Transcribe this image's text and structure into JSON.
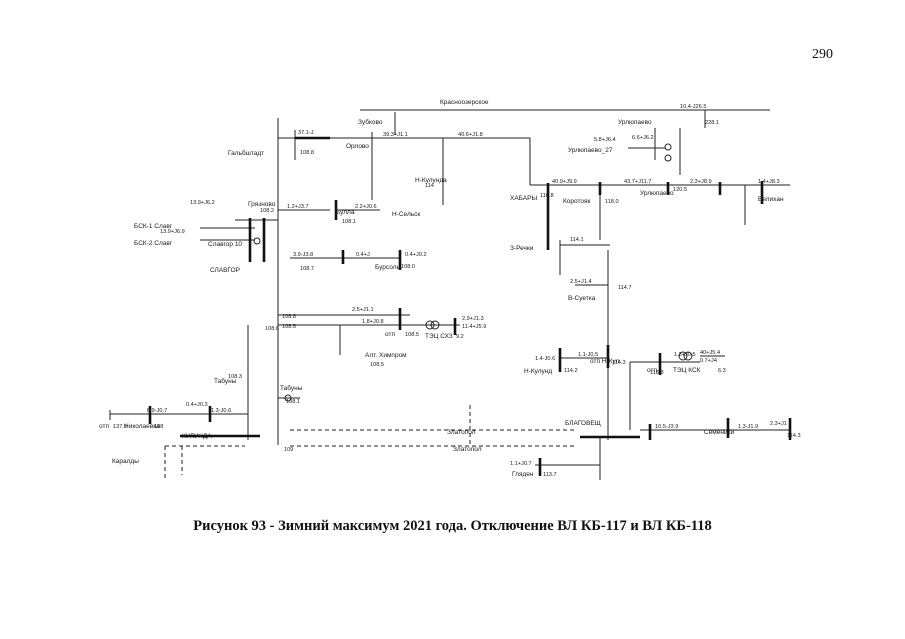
{
  "page_number": "290",
  "caption": "Рисунок 93 - Зимний максимум 2021 года. Отключение ВЛ КБ-117 и ВЛ КБ-118",
  "nodes": {
    "gelbitait": "Гальбштадт",
    "orlovo": "Орлово",
    "zubkovo": "Зубково",
    "n_kulunda": "Н-Кулунда",
    "krasnoozer": "Красноозерское",
    "urlyaevo": "Урлюпаево",
    "urlyaevo27": "Урлюпаево_27",
    "gryaznovo": "Грязново",
    "bsk1": "БСК-1 Славг",
    "bsk2": "БСК-2 Славг",
    "slavgor10": "Славгор 10",
    "slavgor": "СЛАВГОР",
    "bursol": "Бурсоль",
    "n_selsk": "Н-Сельск",
    "bulla": "Булла",
    "habary": "ХАБАРЫ",
    "korotoyak": "Коротояк",
    "urlyaevo2": "Урлюпаево",
    "veliyahan": "Велихан",
    "tri_rechki": "З-Речки",
    "v_suetka": "В-Суетка",
    "tets_skz": "ТЭЦ СХЗ",
    "alt_khimprom": "Алт. Химпром",
    "otp1": "отп",
    "tabuny1": "Табуны",
    "tabuny2": "Табуны",
    "n_kulunda2": "Н-Кулунд",
    "otp_n_kulund": "отп Н-Кул",
    "tets_ksk": "ТЭЦ КСК",
    "otp2": "отп",
    "blagoveshch": "БЛАГОВЕЩ",
    "kulunda": "КУЛУНДА",
    "nikolskoe": "Николаевка",
    "otp3": "отп",
    "karaldy": "Каралды",
    "zlatopol1": "Златопол",
    "zlatopol2": "Златопол",
    "glyaden": "Гляден",
    "semeyki": "Семеники"
  },
  "values": {
    "v1": "37.1-J",
    "v2": "108.8",
    "v3": "39.3+J1.1",
    "v4": "40.6+J1.8",
    "v5": "10.4-J26.5",
    "v6": "228.1",
    "v7": "5.8+J6.4",
    "v8": "6.6+J6.2",
    "v9": "40.9+J9.9",
    "v10": "43.7+J11.7",
    "v11": "2.3+J8.9",
    "v12": "1.4+J8.3",
    "v13": "120.5",
    "v14": "118.0",
    "v15": "116.8",
    "v16": "1.2+J3.7",
    "v17": "2.2+J0.6",
    "v18": "108.1",
    "v19": "3.9-J3.8",
    "v20": "0.4+J",
    "v21": "0.4+J0.2",
    "v22": "108.7",
    "v23": "108.0",
    "v24": "2.5+J1.1",
    "v25": "1.8+J0.8",
    "v26": "108.5",
    "v27": "2.9+J1.3",
    "v28": "11.4+J5.9",
    "v29": "108.5",
    "v30": "8.9-J0.7",
    "v31": "1.3-J0.6",
    "v32": "0.4+J0.3",
    "v33": "137.9",
    "v34": "108",
    "v35": "2.5+J1.4",
    "v36": "114.7",
    "v37": "1.1-J0.5",
    "v38": "114.3",
    "v39": "114.2",
    "v40": "1.4-J0.6",
    "v41": "1.3+J0.5",
    "v42": "0.7+J4",
    "v43": "40+J5.4",
    "v44": "118.8",
    "v45": "10.5-J3.9",
    "v46": "1.3-J1.9",
    "v47": "114.3",
    "v48": "1.1+J0.7",
    "v49": "113.7",
    "v50": "108.3",
    "v51": "108.2",
    "v52": "108.6",
    "v53": "108.1",
    "v54": "114",
    "v55": "108.8",
    "v56": "108.5",
    "v57": "9.2",
    "v58": "6.3",
    "v59": "109",
    "v60": "2.3+J1",
    "v61": "114.1",
    "v62": "13.9+J6.2",
    "v63": "13.9+J6.9"
  }
}
